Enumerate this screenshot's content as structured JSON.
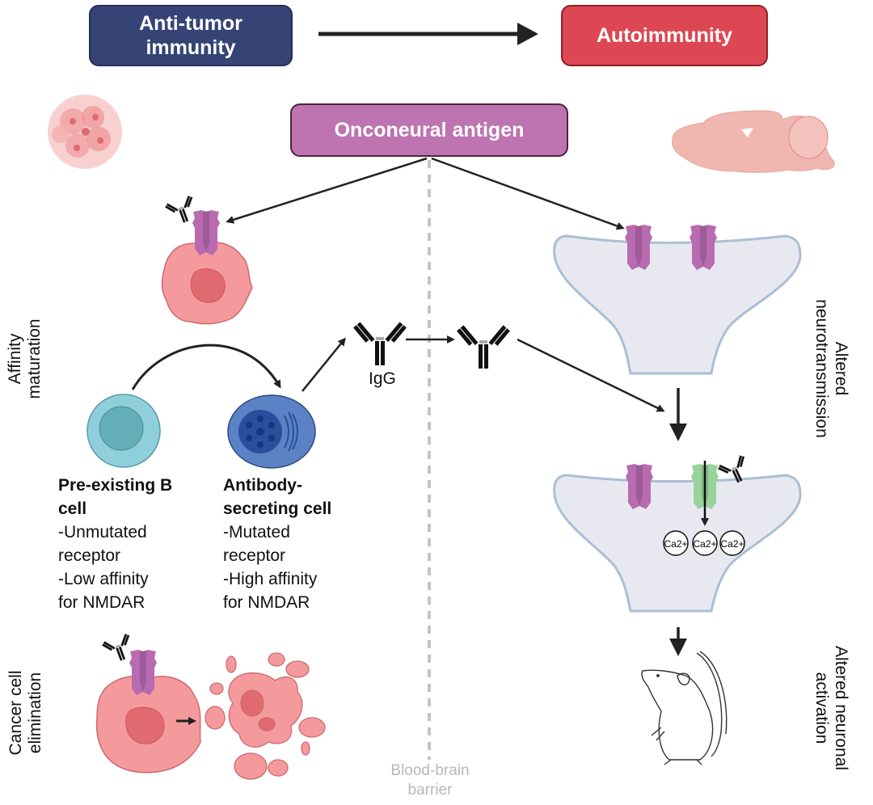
{
  "headers": {
    "anti_tumor": "Anti-tumor immunity",
    "autoimmunity": "Autoimmunity",
    "antigen": "Onconeural antigen"
  },
  "side_labels": {
    "affinity_maturation": "Affinity maturation",
    "cancer_cell_elimination": "Cancer cell elimination",
    "altered_neurotransmission": "Altered neurotransmission",
    "altered_neuronal_activation": "Altered neuronal activation"
  },
  "cells": {
    "b_cell": {
      "title": "Pre-existing B cell",
      "lines": [
        "-Unmutated",
        "receptor",
        "-Low affinity",
        "for NMDAR"
      ]
    },
    "asc": {
      "title": "Antibody-secreting cell",
      "lines": [
        "-Mutated",
        "receptor",
        "-High affinity",
        "for NMDAR"
      ]
    }
  },
  "antibody_label": "IgG",
  "barrier_label": "Blood-brain barrier",
  "ions": [
    "Ca2+",
    "Ca2+",
    "Ca2+"
  ],
  "icons": [
    "tumor-cluster-icon",
    "brain-icon",
    "cancer-cell-icon",
    "nmda-receptor-icon",
    "antibody-icon",
    "b-cell-icon",
    "plasma-cell-icon",
    "neuron-terminal-icon",
    "calcium-ion-icon",
    "mouse-icon",
    "lysed-cell-icon"
  ],
  "colors": {
    "anti_tumor_box": "#354475",
    "autoimmunity_box": "#dd4753",
    "antigen_box": "#bd74b0",
    "receptor": "#b86bb0",
    "blocked_receptor": "#98d39c",
    "cancer_cell": "#f59a9c",
    "b_cell": "#8fcfdc",
    "plasma_cell": "#5b82c4",
    "neuron": "#e8e9f0",
    "barrier": "#bbbbbb"
  }
}
